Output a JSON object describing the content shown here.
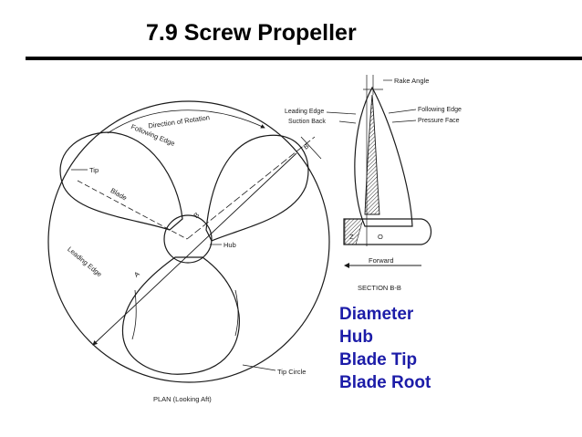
{
  "slide": {
    "title": "7.9 Screw Propeller"
  },
  "plan": {
    "labels": {
      "direction_of_rotation": "Direction of Rotation",
      "following_edge": "Following Edge",
      "tip": "Tip",
      "blade": "Blade",
      "hub": "Hub",
      "leading_edge": "Leading Edge",
      "tip_circle": "Tip Circle",
      "caption": "PLAN (Looking Aft)",
      "section_mark_upper": "B",
      "section_mark_hub": "B",
      "section_mark_lower": "A"
    }
  },
  "section": {
    "labels": {
      "rake_angle": "Rake Angle",
      "leading_edge": "Leading Edge",
      "suction_back": "Suction Back",
      "following_edge": "Following Edge",
      "pressure_face": "Pressure Face",
      "z": "Z",
      "o": "O",
      "forward": "Forward",
      "caption": "SECTION B-B"
    }
  },
  "legend": {
    "items": [
      "Diameter",
      "Hub",
      "Blade Tip",
      "Blade Root"
    ],
    "color": "#1c1ca8"
  },
  "colors": {
    "line": "#1a1a1a",
    "hatch": "#333333"
  }
}
